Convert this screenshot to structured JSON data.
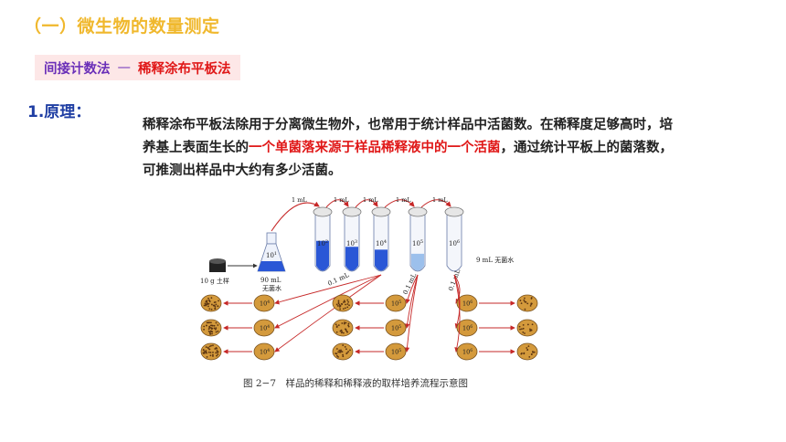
{
  "slide": {
    "title": "（一）微生物的数量测定",
    "method": {
      "name": "间接计数法",
      "separator": "—",
      "highlight": "稀释涂布平板法"
    },
    "section_label": "1.原理：",
    "paragraph": {
      "part1": "稀释涂布平板法除用于分离微生物外，也常用于统计样品中活菌数。在稀释度足够高时，培养基上表面生长的",
      "highlight": "一个单菌落来源于样品稀释液中的一个活菌",
      "part2": "，通过统计平板上的菌落数，可推测出样品中大约有多少活菌。"
    }
  },
  "diagram": {
    "soil_label": "10 g 土样",
    "flask_label_volume": "90 mL",
    "flask_label_water": "无菌水",
    "flask_dilution": "10",
    "flask_exp": "1",
    "transfer_label": "1 mL",
    "tubes": [
      {
        "base": "10",
        "exp": "2",
        "fill": 0.55
      },
      {
        "base": "10",
        "exp": "3",
        "fill": 0.45
      },
      {
        "base": "10",
        "exp": "4",
        "fill": 0.4
      },
      {
        "base": "10",
        "exp": "5",
        "fill": 0.33
      },
      {
        "base": "10",
        "exp": "6",
        "fill": 0
      }
    ],
    "tube_water_label": "9 mL 无菌水",
    "spread_label": "0.1 mL",
    "plate_groups": [
      {
        "dilution_base": "10",
        "dilution_exp": "4"
      },
      {
        "dilution_base": "10",
        "dilution_exp": "5"
      },
      {
        "dilution_base": "10",
        "dilution_exp": "6"
      }
    ],
    "caption": "图 2−7　样品的稀释和稀释液的取样培养流程示意图",
    "colors": {
      "liquid": "#2a57d6",
      "plate": "#d49a3c",
      "arrow": "#c62828",
      "colony": "#5a3412"
    }
  }
}
